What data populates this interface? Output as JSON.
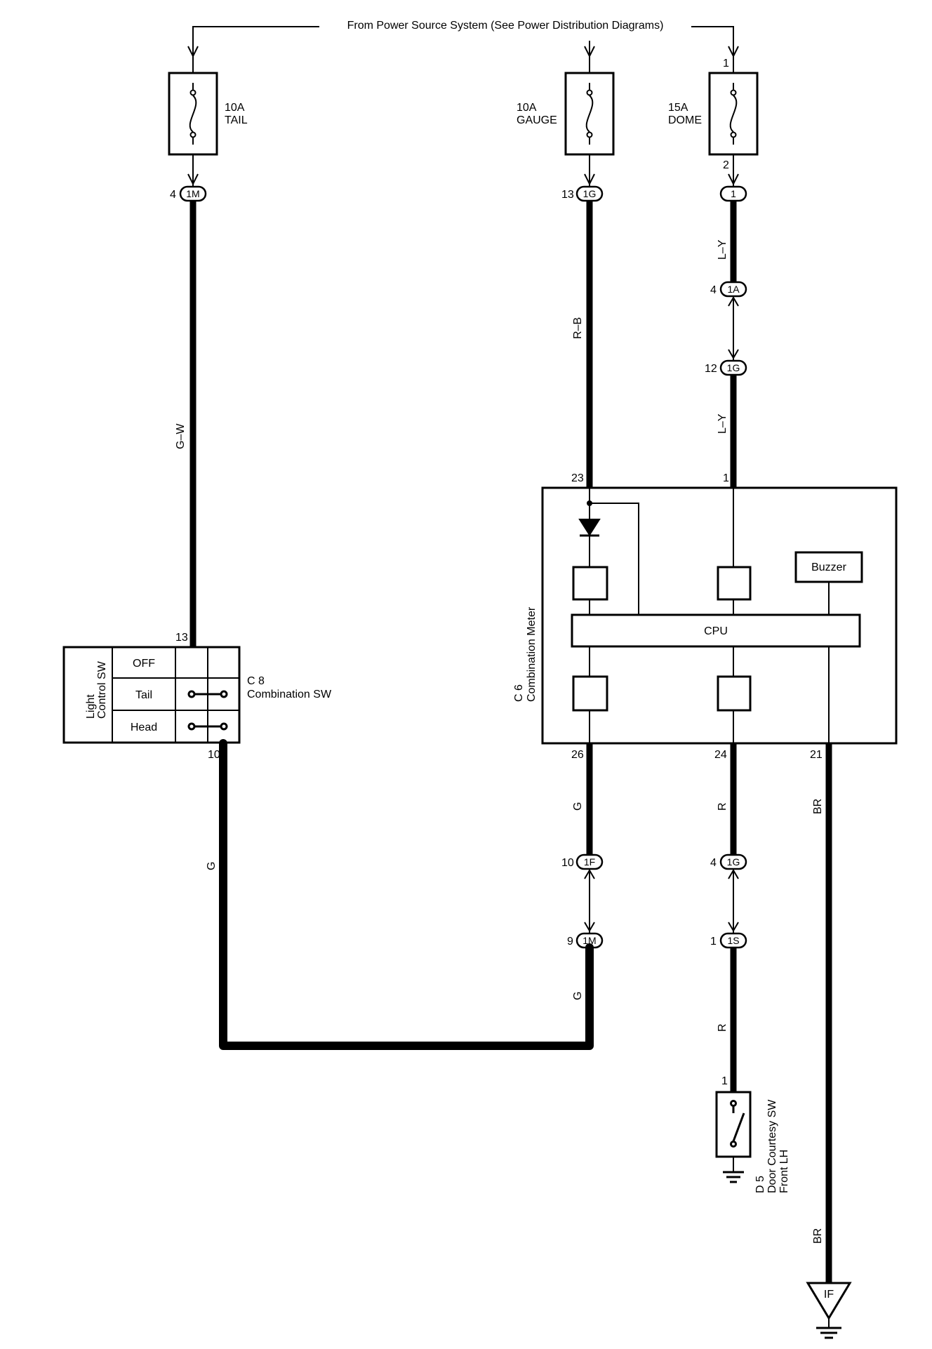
{
  "header": {
    "power_source": "From Power Source System (See Power Distribution Diagrams)"
  },
  "fuses": {
    "tail": {
      "amp": "10A",
      "name": "TAIL"
    },
    "gauge": {
      "amp": "10A",
      "name": "GAUGE"
    },
    "dome": {
      "amp": "15A",
      "name": "DOME",
      "pin_in": "1",
      "pin_out": "2"
    }
  },
  "connectors": {
    "tail_1m": {
      "id": "1M",
      "pin": "4"
    },
    "gauge_1g": {
      "id": "1G",
      "pin": "13"
    },
    "dome_1": {
      "id": "1",
      "pin": ""
    },
    "dome_1a": {
      "id": "1A",
      "pin": "4"
    },
    "dome_1g": {
      "id": "1G",
      "pin": "12"
    },
    "meter_1f": {
      "id": "1F",
      "pin": "10"
    },
    "meter_1m": {
      "id": "1M",
      "pin": "9"
    },
    "door_1g": {
      "id": "1G",
      "pin": "4"
    },
    "door_1s": {
      "id": "1S",
      "pin": "1"
    },
    "ground_if": {
      "id": "IF"
    }
  },
  "wires": {
    "tail_gw": "G–W",
    "gauge_rb": "R–B",
    "dome_ly_1": "L–Y",
    "dome_ly_2": "L–Y",
    "sw_g": "G",
    "meter_g_1": "G",
    "meter_g_2": "G",
    "door_r_1": "R",
    "door_r_2": "R",
    "buzzer_br_1": "BR",
    "buzzer_br_2": "BR"
  },
  "combination_sw": {
    "code": "C 8",
    "name": "Combination SW",
    "title_line1": "Light",
    "title_line2": "Control SW",
    "pin_top": "13",
    "pin_bottom": "10",
    "positions": [
      "OFF",
      "Tail",
      "Head"
    ]
  },
  "combination_meter": {
    "code": "C 6",
    "name": "Combination Meter",
    "cpu": "CPU",
    "buzzer": "Buzzer",
    "pin_23": "23",
    "pin_1": "1",
    "pin_26": "26",
    "pin_24": "24",
    "pin_21": "21"
  },
  "door_sw": {
    "code": "D 5",
    "name_line1": "Door Courtesy SW",
    "name_line2": "Front LH",
    "pin": "1"
  }
}
